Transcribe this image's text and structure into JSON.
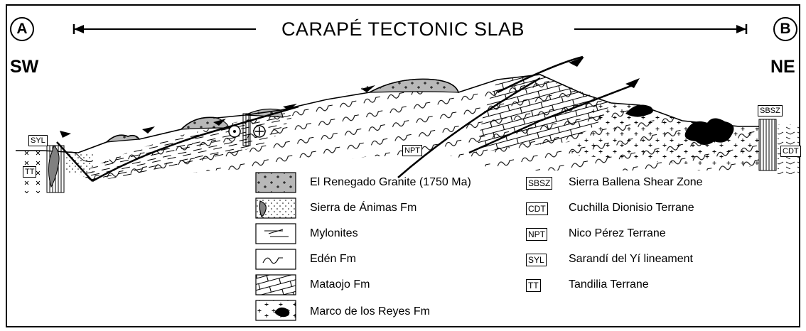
{
  "header": {
    "title": "CARAPÉ TECTONIC SLAB",
    "left_point": "A",
    "right_point": "B",
    "left_direction": "SW",
    "right_direction": "NE"
  },
  "section_labels": {
    "syl": "SYL",
    "tt": "TT",
    "npt": "NPT",
    "sbsz": "SBSZ",
    "cdt": "CDT"
  },
  "legend": {
    "units": [
      {
        "label": "El Renegado Granite (1750 Ma)"
      },
      {
        "label": "Sierra de Ánimas Fm"
      },
      {
        "label": "Mylonites"
      },
      {
        "label": "Edén Fm"
      },
      {
        "label": "Mataojo Fm"
      },
      {
        "label": "Marco de los Reyes Fm"
      }
    ],
    "abbreviations": [
      {
        "code": "SBSZ",
        "label": "Sierra Ballena Shear  Zone"
      },
      {
        "code": "CDT",
        "label": "Cuchilla Dionisio Terrane"
      },
      {
        "code": "NPT",
        "label": "Nico Pérez Terrane"
      },
      {
        "code": "SYL",
        "label": "Sarandí del Yí lineament"
      },
      {
        "code": "TT",
        "label": "Tandilia Terrane"
      }
    ]
  },
  "colors": {
    "granite_fill": "#b8b8b8",
    "dark_body": "#000000",
    "gray_dike": "#808080"
  }
}
